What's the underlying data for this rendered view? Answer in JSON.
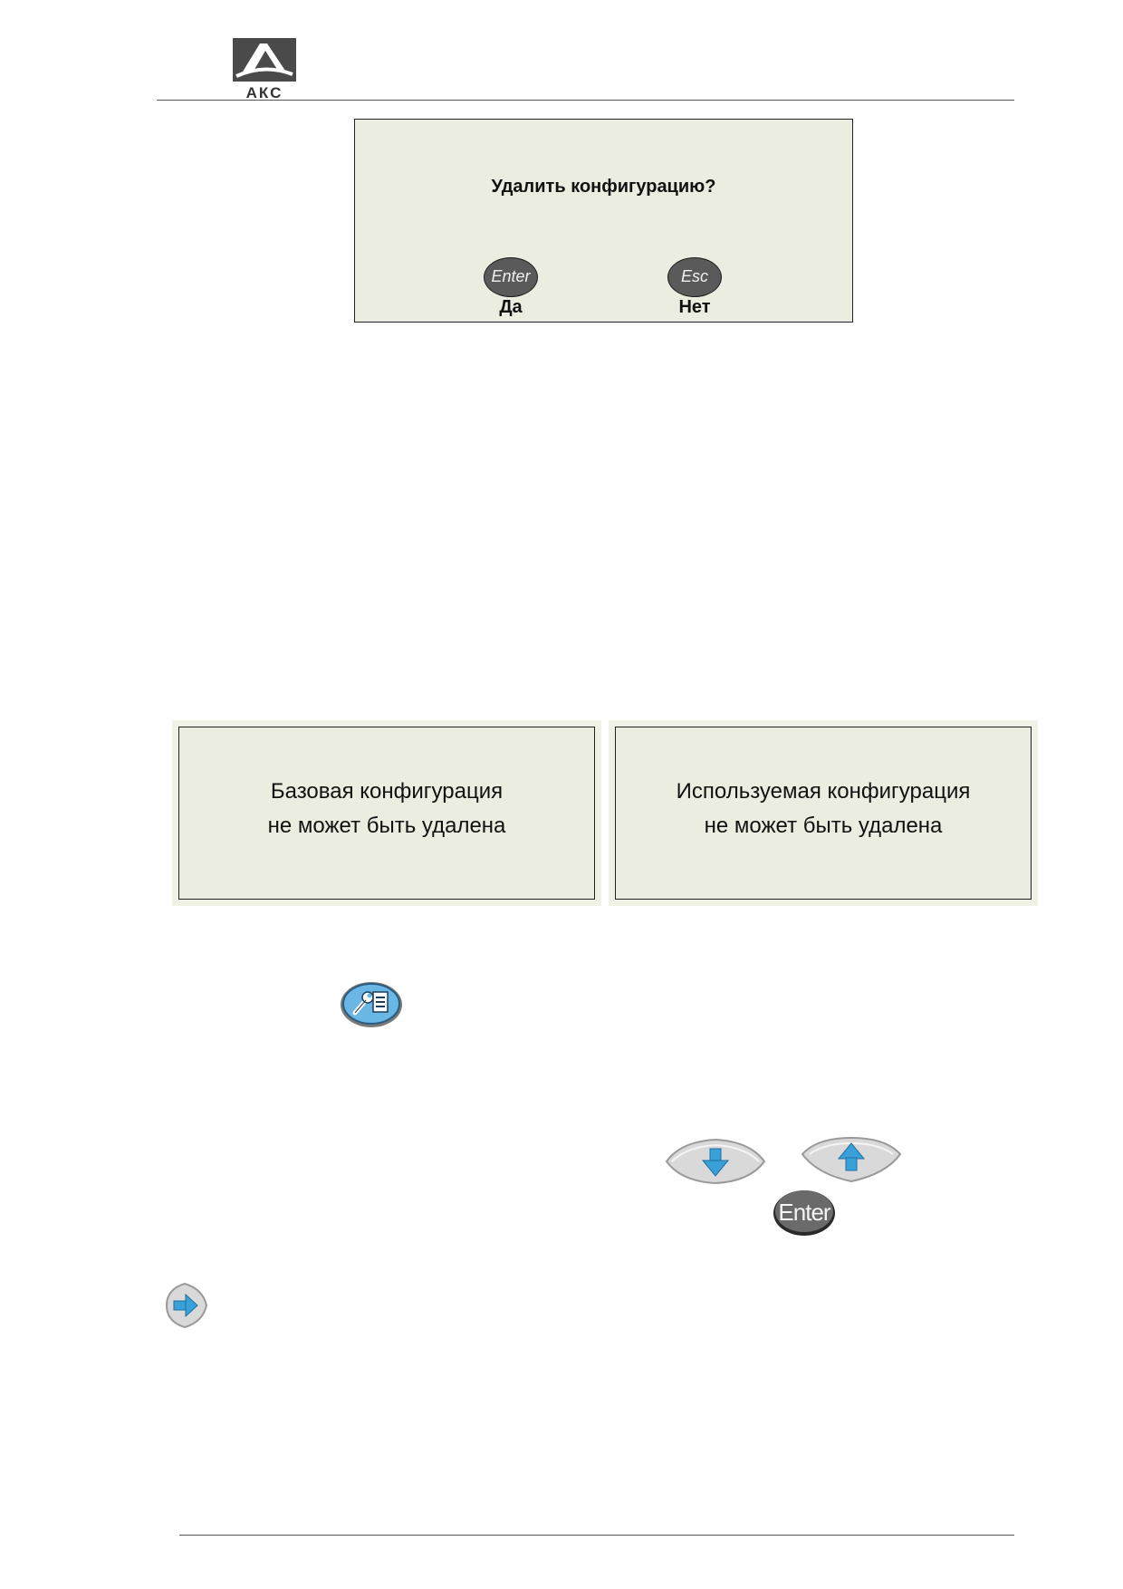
{
  "header": {
    "logo_text": "АКС"
  },
  "confirm_dialog": {
    "question": "Удалить конфигурацию?",
    "enter_key_label": "Enter",
    "esc_key_label": "Esc",
    "yes_label": "Да",
    "no_label": "Нет"
  },
  "messages": [
    {
      "line1": "Базовая конфигурация",
      "line2": "не может быть удалена"
    },
    {
      "line1": "Используемая конфигурация",
      "line2": "не может быть удалена"
    }
  ],
  "keys": {
    "tools_icon": "settings-tools-icon",
    "down_icon": "arrow-down-icon",
    "up_icon": "arrow-up-icon",
    "enter_label": "Enter",
    "right_icon": "arrow-right-icon"
  },
  "colors": {
    "screen_bg": "#ecede1",
    "key_dark": "#5a5a5a",
    "arrow_blue": "#3aa0d8"
  }
}
